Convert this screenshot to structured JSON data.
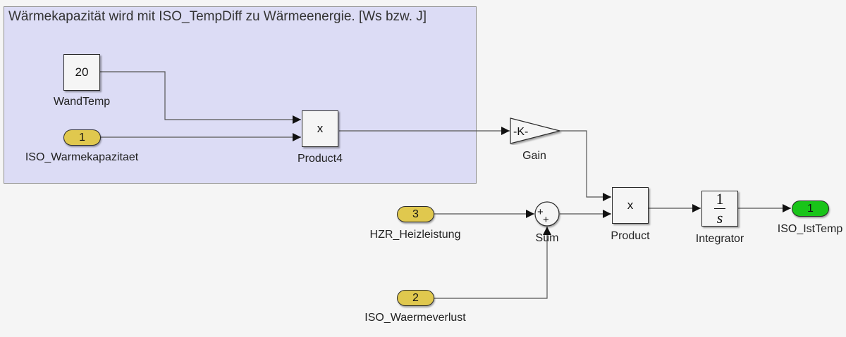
{
  "area": {
    "title": "Wärmekapazität wird mit ISO_TempDiff zu Wärmeenergie. [Ws bzw. J]",
    "color": "#dcdcf5"
  },
  "blocks": {
    "wandtemp": {
      "type": "Constant",
      "value": "20",
      "name": "WandTemp"
    },
    "inport_warmekapazitaet": {
      "type": "Inport",
      "number": "1",
      "name": "ISO_Warmekapazitaet"
    },
    "product4": {
      "type": "Product",
      "symbol": "x",
      "name": "Product4"
    },
    "gain": {
      "type": "Gain",
      "symbol": "-K-",
      "name": "Gain"
    },
    "inport_heizleistung": {
      "type": "Inport",
      "number": "3",
      "name": "HZR_Heizleistung"
    },
    "inport_waermeverlust": {
      "type": "Inport",
      "number": "2",
      "name": "ISO_Waermeverlust"
    },
    "sum": {
      "type": "Sum",
      "signs": [
        "+",
        "+"
      ],
      "name": "Sum"
    },
    "product": {
      "type": "Product",
      "symbol": "x",
      "name": "Product"
    },
    "integrator": {
      "type": "Integrator",
      "numerator": "1",
      "denominator": "s",
      "name": "Integrator"
    },
    "outport_isttemp": {
      "type": "Outport",
      "number": "1",
      "name": "ISO_IstTemp"
    }
  },
  "colors": {
    "inport": "#e0c84e",
    "outport": "#19c419",
    "line": "#555555",
    "background": "#f5f5f5"
  },
  "connections": [
    {
      "from": "WandTemp",
      "to": "Product4",
      "port": 1
    },
    {
      "from": "ISO_Warmekapazitaet",
      "to": "Product4",
      "port": 2
    },
    {
      "from": "Product4",
      "to": "Gain",
      "port": 1
    },
    {
      "from": "Gain",
      "to": "Product",
      "port": 1
    },
    {
      "from": "HZR_Heizleistung",
      "to": "Sum",
      "port": 1
    },
    {
      "from": "ISO_Waermeverlust",
      "to": "Sum",
      "port": 2
    },
    {
      "from": "Sum",
      "to": "Product",
      "port": 2
    },
    {
      "from": "Product",
      "to": "Integrator",
      "port": 1
    },
    {
      "from": "Integrator",
      "to": "ISO_IstTemp",
      "port": 1
    }
  ]
}
